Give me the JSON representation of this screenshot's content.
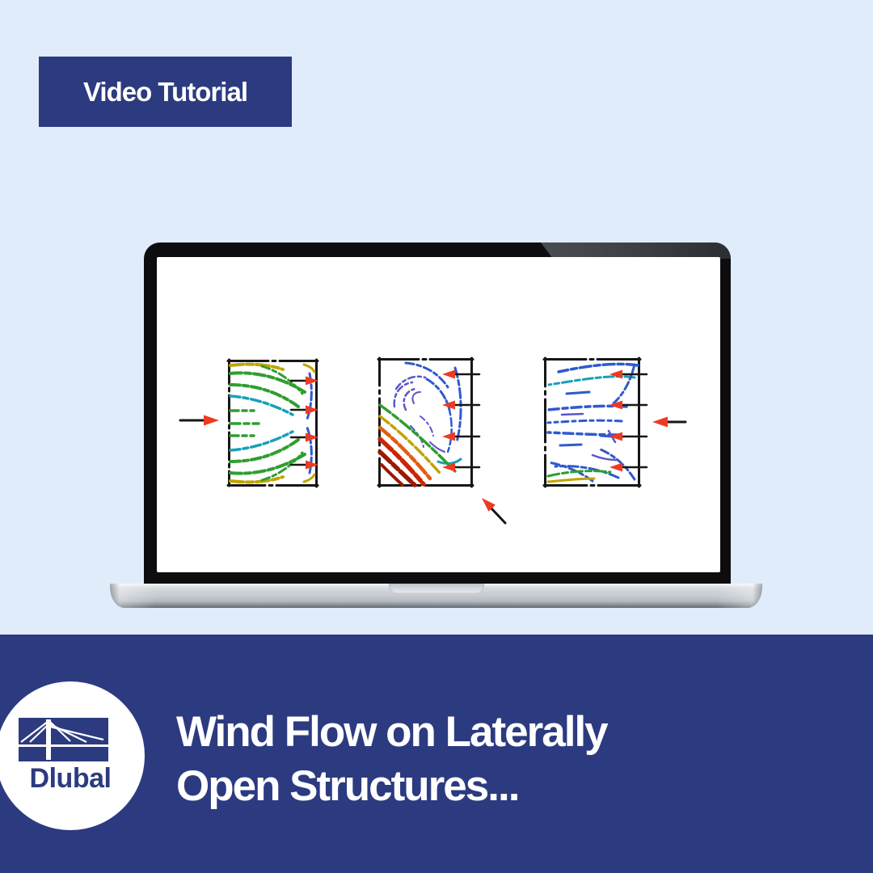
{
  "badge": {
    "label": "Video Tutorial"
  },
  "title": {
    "line1": "Wind Flow on Laterally",
    "line2": "Open Structures..."
  },
  "logo": {
    "text": "Dlubal"
  },
  "laptop_screen": {
    "content": "wind-flow-simulation-diagrams",
    "diagrams": [
      {
        "id": "left",
        "wind_direction": "from-left",
        "edge_arrow_count": 4
      },
      {
        "id": "middle",
        "wind_direction": "from-bottom-right-diagonal",
        "edge_arrow_count": 4
      },
      {
        "id": "right",
        "wind_direction": "from-right",
        "edge_arrow_count": 4
      }
    ]
  },
  "colors": {
    "navy": "#2c3b80",
    "background": "#e0ecfa",
    "white": "#ffffff",
    "arrow_red": "#ee3a22",
    "line_black": "#161616",
    "green": "#2f9e30",
    "olive": "#c0a400",
    "teal": "#18a0b8",
    "blue": "#2f5ace",
    "indigo": "#5b55c8",
    "orange": "#e06010",
    "red": "#cc2505",
    "dark_red": "#9c1800",
    "bezel_black": "#0d0d0f",
    "base_silver": "#c3c8ce"
  }
}
